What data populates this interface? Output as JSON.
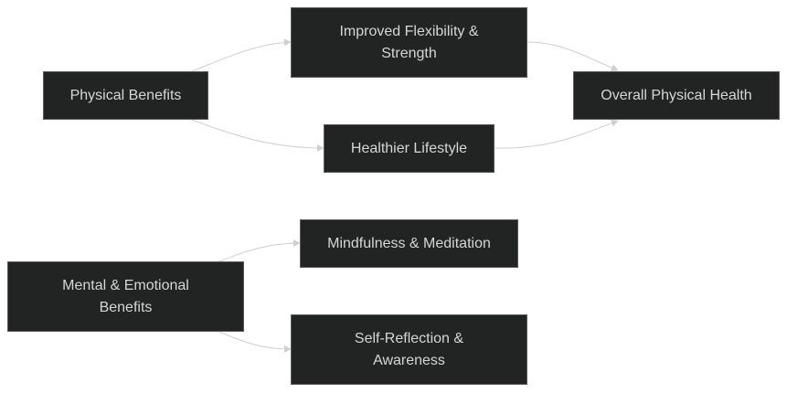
{
  "nodes": {
    "physical_benefits": "Physical Benefits",
    "improved_flexibility": "Improved Flexibility &\nStrength",
    "healthier_lifestyle": "Healthier Lifestyle",
    "overall_physical_health": "Overall Physical Health",
    "mental_emotional_benefits": "Mental & Emotional\nBenefits",
    "mindfulness_meditation": "Mindfulness & Meditation",
    "self_reflection": "Self-Reflection &\nAwareness"
  },
  "edges": [
    {
      "from": "physical_benefits",
      "to": "improved_flexibility"
    },
    {
      "from": "physical_benefits",
      "to": "healthier_lifestyle"
    },
    {
      "from": "improved_flexibility",
      "to": "overall_physical_health"
    },
    {
      "from": "healthier_lifestyle",
      "to": "overall_physical_health"
    },
    {
      "from": "mental_emotional_benefits",
      "to": "mindfulness_meditation"
    },
    {
      "from": "mental_emotional_benefits",
      "to": "self_reflection"
    }
  ],
  "colors": {
    "node_fill": "#222423",
    "node_border": "#5b5b5b",
    "node_text": "#d6d6d6",
    "edge": "#cfcfcf"
  }
}
